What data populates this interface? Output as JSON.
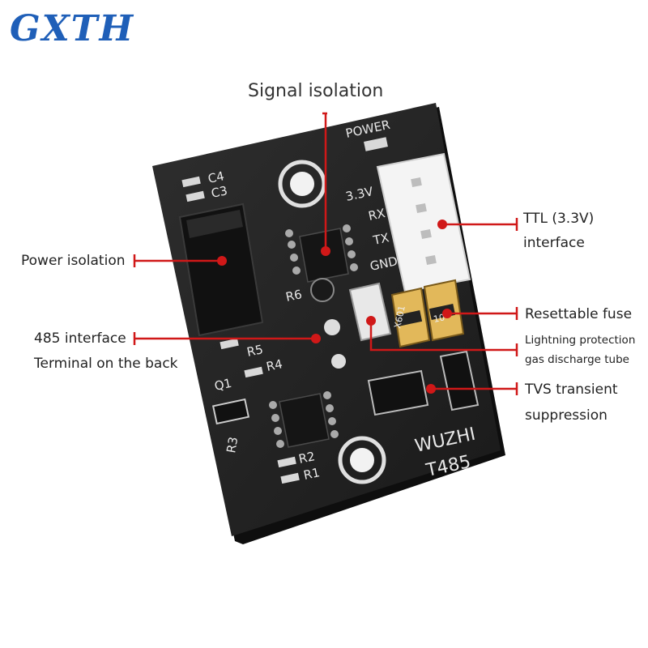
{
  "logo": "GXTH",
  "callouts": {
    "signal_isolation": "Signal isolation",
    "power_isolation": "Power isolation",
    "interface_485": "485 interface",
    "terminal_back": "Terminal on the back",
    "ttl_line1": "TTL (3.3V)",
    "ttl_line2": "interface",
    "resettable_fuse": "Resettable fuse",
    "lightning_line1": "Lightning protection",
    "lightning_line2": "gas discharge tube",
    "tvs_line1": "TVS transient",
    "tvs_line2": "suppression"
  },
  "board_silkscreen": {
    "power": "POWER",
    "v33": "3.3V",
    "rx": "RX",
    "tx": "TX",
    "gnd": "GND",
    "c4": "C4",
    "c3": "C3",
    "r6": "R6",
    "r5": "R5",
    "r4": "R4",
    "q1": "Q1",
    "r3": "R3",
    "r2": "R2",
    "r1": "R1",
    "brand": "WUZHI",
    "model": "T485",
    "fuse_mark": "X601",
    "fuse_mark2": "10"
  },
  "colors": {
    "logo": "#1f5fb8",
    "callout_line": "#d01818",
    "board": "#242424",
    "silkscreen": "#e8e8e8"
  }
}
